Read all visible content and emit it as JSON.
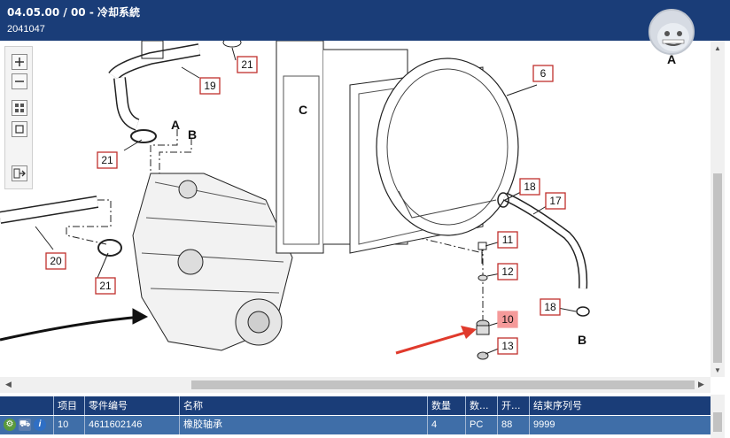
{
  "header": {
    "title": "04.05.00 / 00 - 冷却系統",
    "subtitle": "2041047",
    "avatar_label": "A"
  },
  "toolbar": {
    "buttons": [
      "zoom-in",
      "zoom-out",
      "fit-page",
      "actual-size",
      "export"
    ]
  },
  "drawing": {
    "callouts": [
      "19",
      "21",
      "21",
      "21",
      "20",
      "6",
      "18",
      "17",
      "11",
      "12",
      "10",
      "13",
      "18"
    ],
    "highlighted_callout": "10",
    "letters": [
      "A",
      "B",
      "C",
      "B"
    ]
  },
  "table": {
    "headers": [
      "",
      "项目",
      "零件编号",
      "名称",
      "数量",
      "数...",
      "开...",
      "结束序列号"
    ],
    "rows": [
      {
        "item": "10",
        "part_number": "4611602146",
        "name": "橡胶轴承",
        "qty": "4",
        "unit": "PC",
        "start": "88",
        "end_serial": "9999"
      }
    ]
  },
  "colors": {
    "header_bg": "#1a3d78",
    "row_selected": "#3f6ea8",
    "callout_border": "#c0302c",
    "highlight_fill": "#f59a9a",
    "arrow_red": "#e03a2c"
  }
}
